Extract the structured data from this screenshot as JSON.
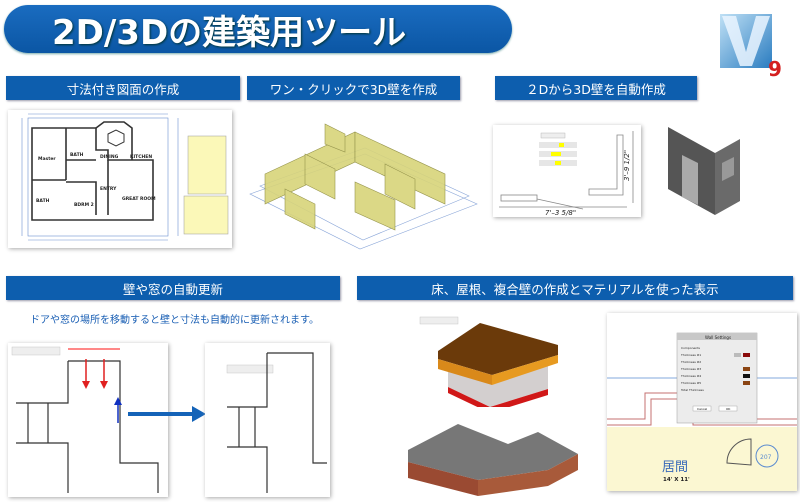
{
  "title": "2D/3Dの建築用ツール",
  "logo": {
    "letter": "V",
    "version": "9"
  },
  "sections": [
    {
      "label": "寸法付き図面の作成"
    },
    {
      "label": "ワン・クリックで3D壁を作成"
    },
    {
      "label": "２Dから3D壁を自動作成"
    },
    {
      "label": "壁や窓の自動更新"
    },
    {
      "label": "床、屋根、複合壁の作成とマテリアルを使った表示"
    }
  ],
  "caption": "ドアや窓の場所を移動すると壁と寸法も自動的に更新されます。",
  "floor_plan": {
    "rooms": [
      "Master",
      "BATH",
      "DINING",
      "KITCHEN",
      "ENTRY",
      "BDRM 2",
      "BATH",
      "GREAT ROOM"
    ]
  },
  "dimensions_2d": {
    "horizontal": "7'–3 5/8\"",
    "vertical": "3'–9 1/2\""
  },
  "wall_settings": {
    "title": "Wall Settings",
    "labels": [
      "Components",
      "Thickness #1",
      "Thickness #2",
      "Thickness #3",
      "Thickness #4",
      "Thickness #5",
      "Total Thickness"
    ],
    "cancel": "Cancel",
    "ok": "OK",
    "room_name": "居間",
    "room_size": "14' X 11'",
    "tag": "207"
  },
  "colors": {
    "header_blue": "#0d5eae",
    "caption_blue": "#1a5fb4",
    "logo_red": "#d42020"
  }
}
